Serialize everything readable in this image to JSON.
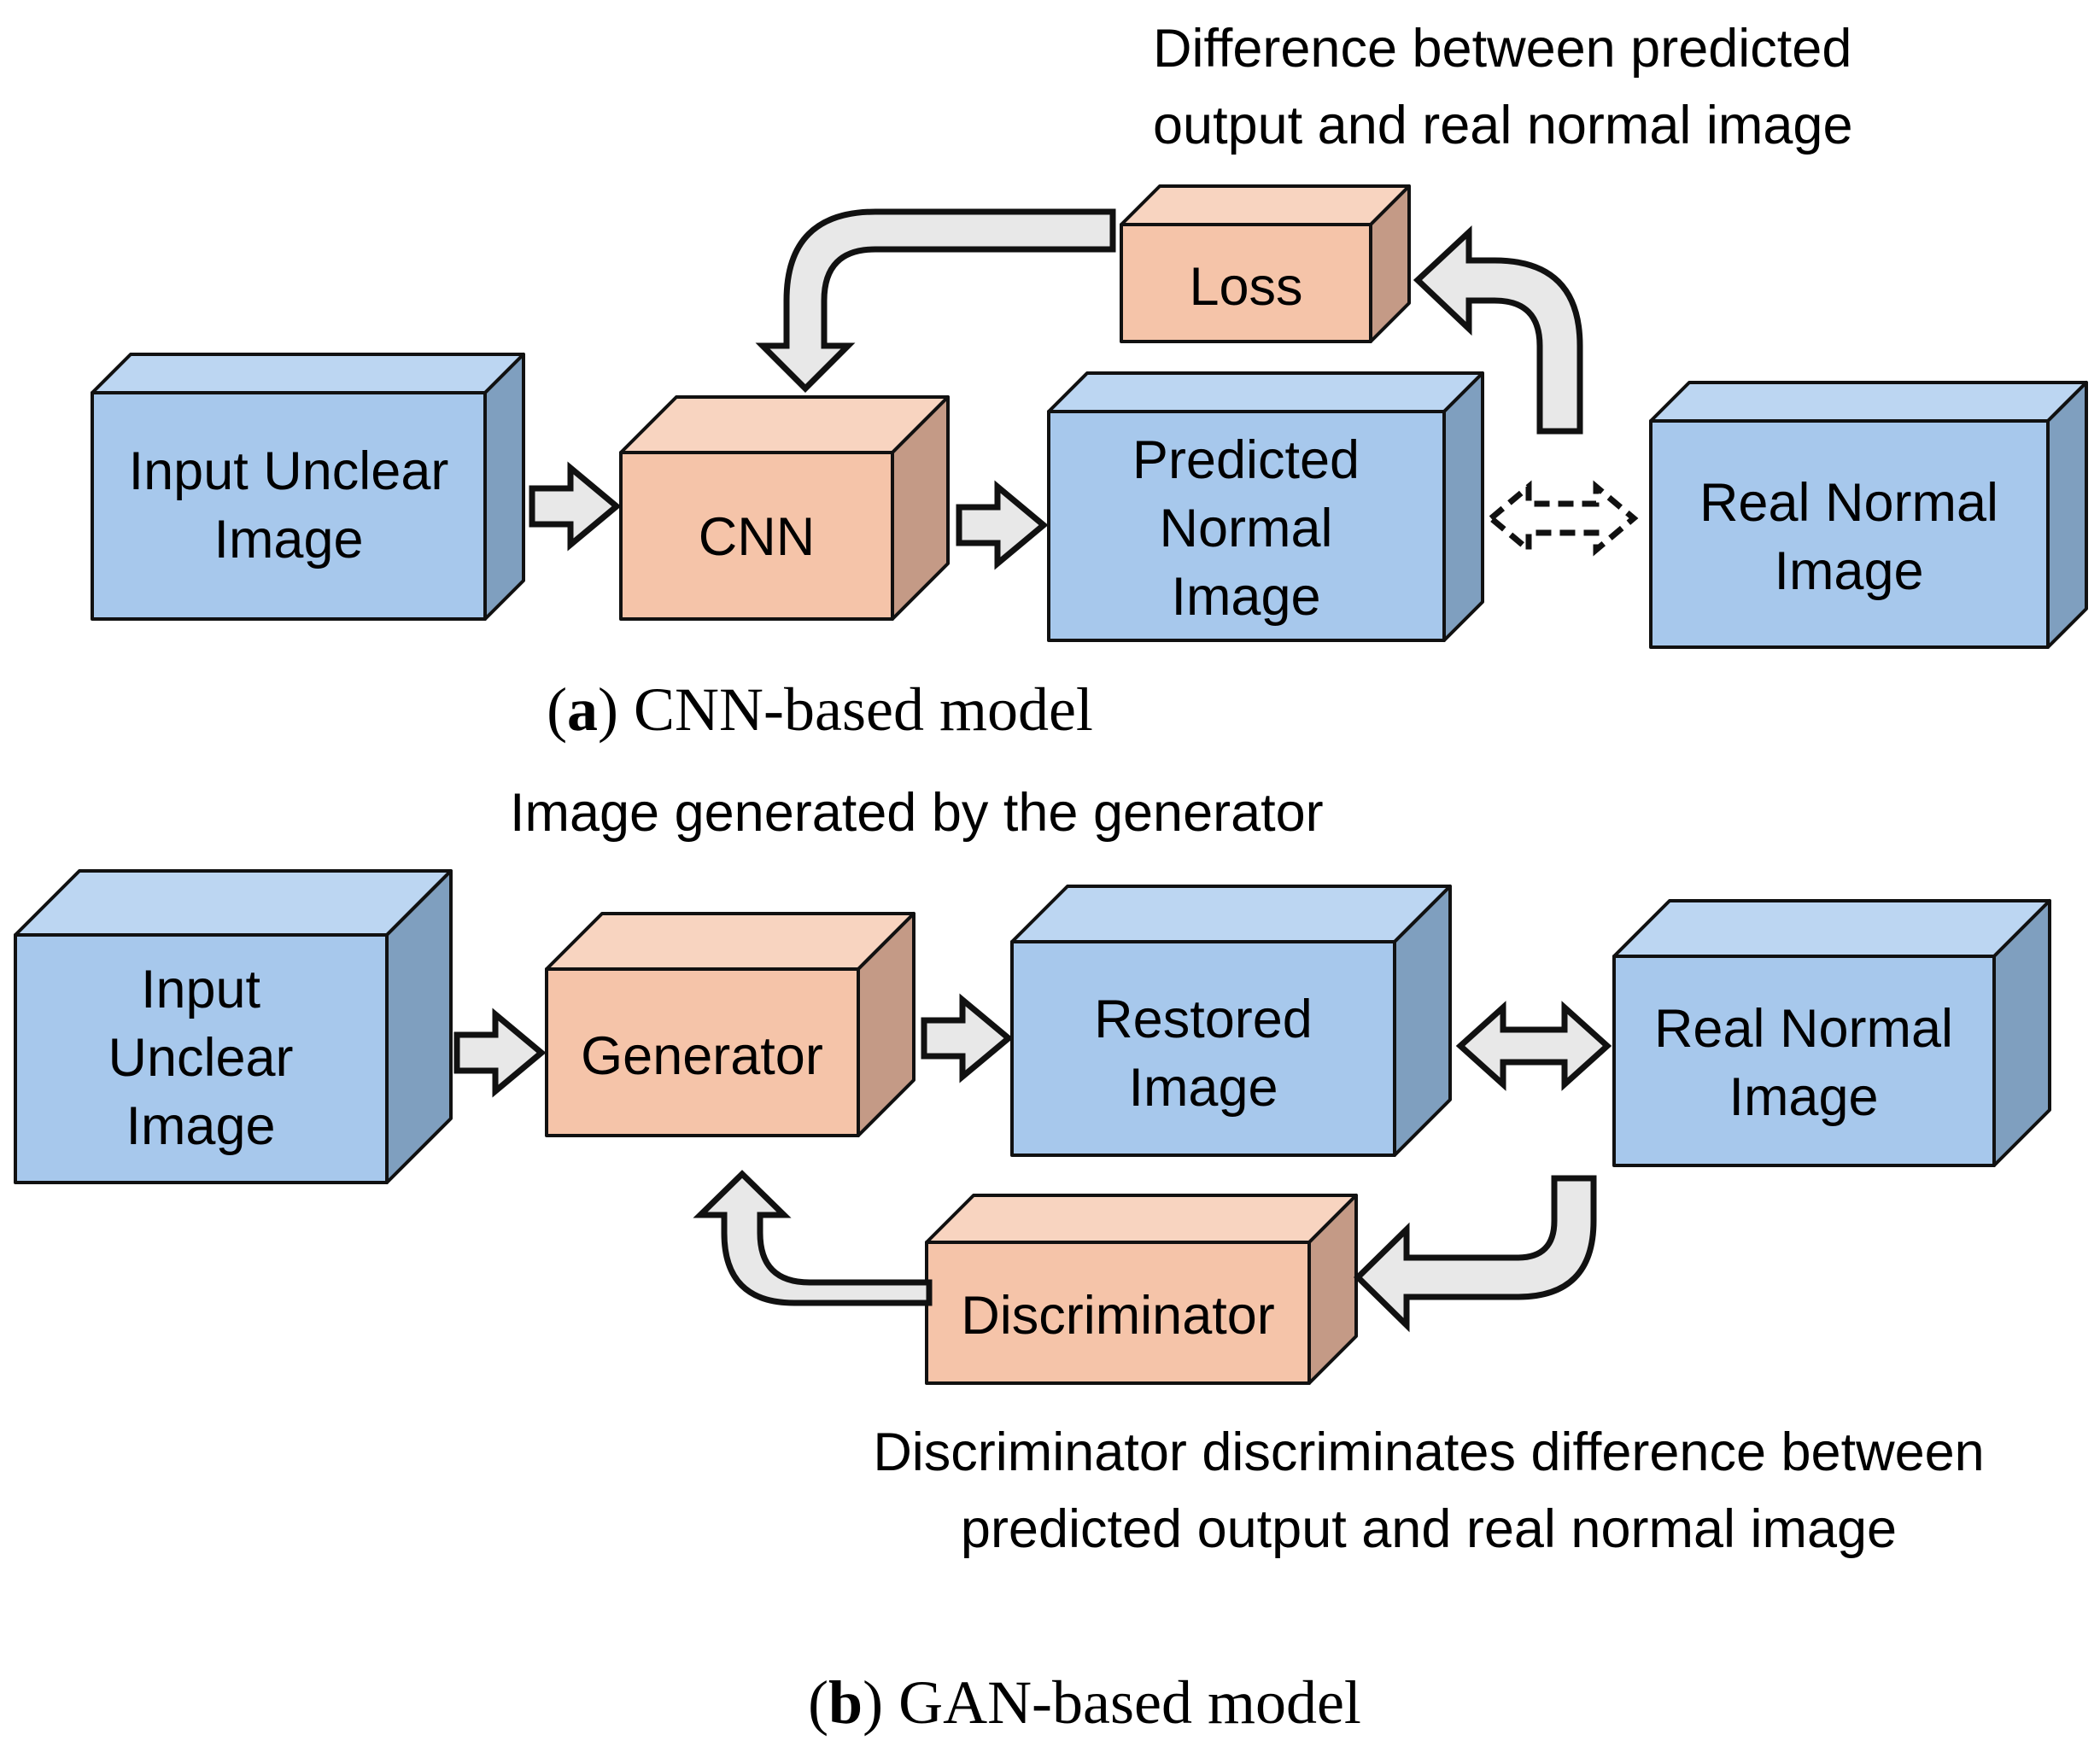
{
  "panel_a": {
    "annotation": [
      "Difference between predicted",
      "output and real normal image"
    ],
    "boxes": {
      "input": [
        "Input Unclear",
        "Image"
      ],
      "cnn": [
        "CNN"
      ],
      "predicted": [
        "Predicted",
        "Normal",
        "Image"
      ],
      "real": [
        "Real Normal",
        "Image"
      ],
      "loss": [
        "Loss"
      ]
    },
    "caption": {
      "open": "(",
      "letter": "a",
      "rest": ") CNN-based model"
    }
  },
  "panel_b": {
    "annotation_top": "Image generated by the generator",
    "boxes": {
      "input": [
        "Input",
        "Unclear",
        "Image"
      ],
      "generator": [
        "Generator"
      ],
      "restored": [
        "Restored",
        "Image"
      ],
      "real": [
        "Real Normal",
        "Image"
      ],
      "discriminator": [
        "Discriminator"
      ]
    },
    "annotation_bottom": [
      "Discriminator discriminates difference between",
      "predicted output and real normal image"
    ],
    "caption": {
      "open": "(",
      "letter": "b",
      "rest": ") GAN-based model"
    }
  },
  "colors": {
    "blue_front": "#a7c8ec",
    "blue_top": "#bcd6f2",
    "blue_side": "#7f9fbf",
    "orange_front": "#f5c4a9",
    "orange_top": "#f8d4c0",
    "orange_side": "#c49a86",
    "arrow_fill": "#e8e8e8",
    "stroke": "#111111"
  }
}
